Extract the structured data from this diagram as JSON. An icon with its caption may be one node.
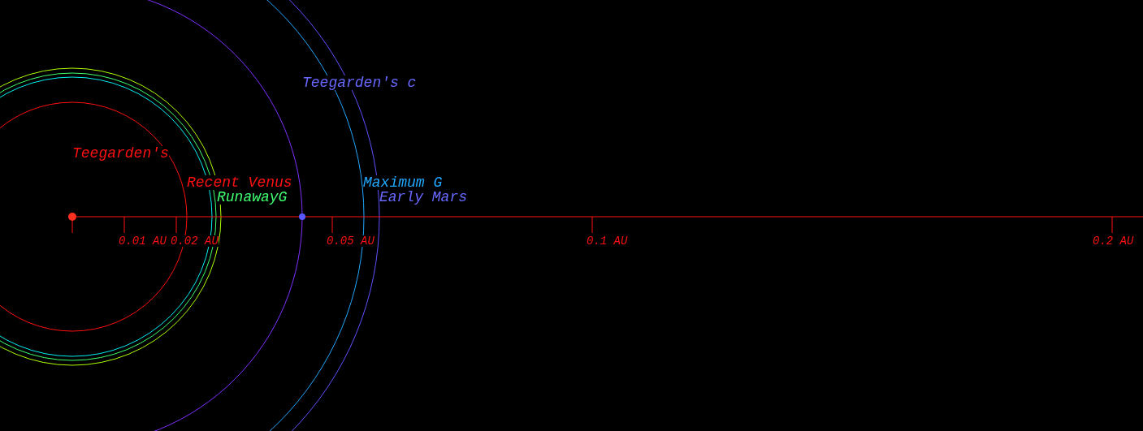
{
  "diagram": {
    "labels": [
      "Teegarden's c",
      "Teegarden's",
      "Recent Venus",
      "Maximum G",
      "RunawayG",
      "Early Mars",
      "0.01 AU",
      "0.02 AU",
      "0.05 AU",
      "0.1 AU",
      "0.2 AU"
    ]
  }
}
